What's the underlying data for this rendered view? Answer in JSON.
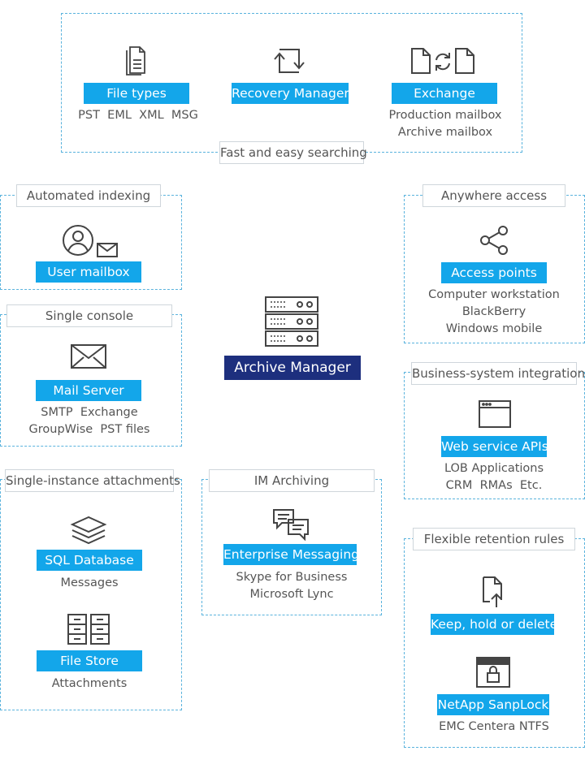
{
  "top": {
    "tag": "Fast and easy searching",
    "file_types": {
      "label": "File types",
      "formats": "PST  EML  XML  MSG"
    },
    "recovery": {
      "label": "Recovery Manager"
    },
    "exchange": {
      "label": "Exchange",
      "line1": "Production mailbox",
      "line2": "Archive mailbox"
    }
  },
  "indexing": {
    "tag": "Automated indexing",
    "label": "User mailbox"
  },
  "console": {
    "tag": "Single console",
    "label": "Mail Server",
    "line1": "SMTP  Exchange",
    "line2": "GroupWise  PST files"
  },
  "attachments": {
    "tag": "Single-instance attachments",
    "sql": {
      "label": "SQL Database",
      "sub": "Messages"
    },
    "store": {
      "label": "File Store",
      "sub": "Attachments"
    }
  },
  "im": {
    "tag": "IM Archiving",
    "label": "Enterprise Messaging",
    "line1": "Skype for Business",
    "line2": "Microsoft Lync"
  },
  "center": {
    "label": "Archive Manager"
  },
  "anywhere": {
    "tag": "Anywhere access",
    "label": "Access points",
    "line1": "Computer workstation",
    "line2": "BlackBerry",
    "line3": "Windows mobile"
  },
  "business": {
    "tag": "Business-system integration",
    "label": "Web service APIs",
    "line1": "LOB Applications",
    "line2": "CRM  RMAs  Etc."
  },
  "retention": {
    "tag": "Flexible retention rules",
    "keep": {
      "label": "Keep, hold or delete"
    },
    "netapp": {
      "label": "NetApp SanpLock",
      "sub": "EMC Centera NTFS"
    }
  },
  "colors": {
    "accent": "#13a6ea",
    "center": "#1d2f7e",
    "border": "#5ab3dd"
  }
}
